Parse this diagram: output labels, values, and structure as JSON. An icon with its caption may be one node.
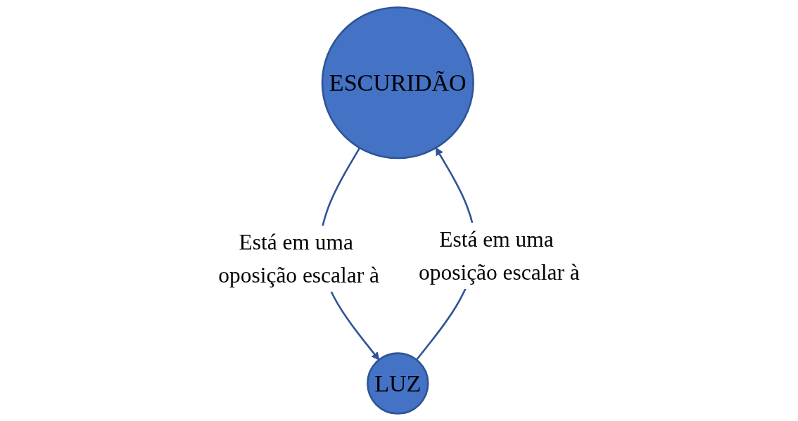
{
  "diagram": {
    "nodes": [
      {
        "text": [
          "ESCURIDÃO"
        ]
      },
      {
        "text": [
          "LUZ"
        ]
      }
    ],
    "edges": [
      {
        "from": 0,
        "to": 1,
        "arrow": "to",
        "label": "Está em uma oposição escalar à"
      },
      {
        "from": 1,
        "to": 0,
        "arrow": "to",
        "label": "Está em uma oposição escalar à"
      }
    ]
  }
}
